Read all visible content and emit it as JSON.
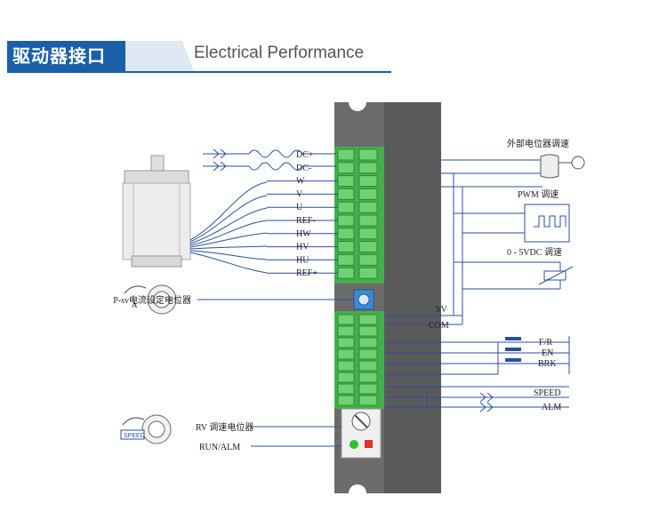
{
  "header": {
    "title_cn": "驱动器接口",
    "title_en": "Electrical Performance"
  },
  "left_terminals": [
    "DC+",
    "DC-",
    "W",
    "V",
    "U",
    "REF-",
    "HW",
    "HV",
    "HU",
    "REF+"
  ],
  "left_labels": {
    "psv": "P-sv电流设定电位器",
    "rv": "RV 调速电位器",
    "runalm": "RUN/ALM"
  },
  "right_labels": {
    "ext_pot": "外部电位器调速",
    "pwm": "PWM 调速",
    "vdc": "0 - 5VDC 调速",
    "sv": "SV",
    "com": "COM",
    "fr": "F/R",
    "en": "EN",
    "brk": "BRK",
    "speed": "SPEED",
    "alm": "ALM"
  },
  "icons": {
    "motor": "motor-icon",
    "pot": "potentiometer-icon",
    "speed_badge": "speed-badge-icon"
  },
  "colors": {
    "brand": "#1b5fa8",
    "terminal_green": "#55c25a",
    "wire_blue": "#2b4fa0",
    "driver_body": "#6a6a6a",
    "led_green": "#2fbf2f",
    "led_red": "#e03030"
  }
}
